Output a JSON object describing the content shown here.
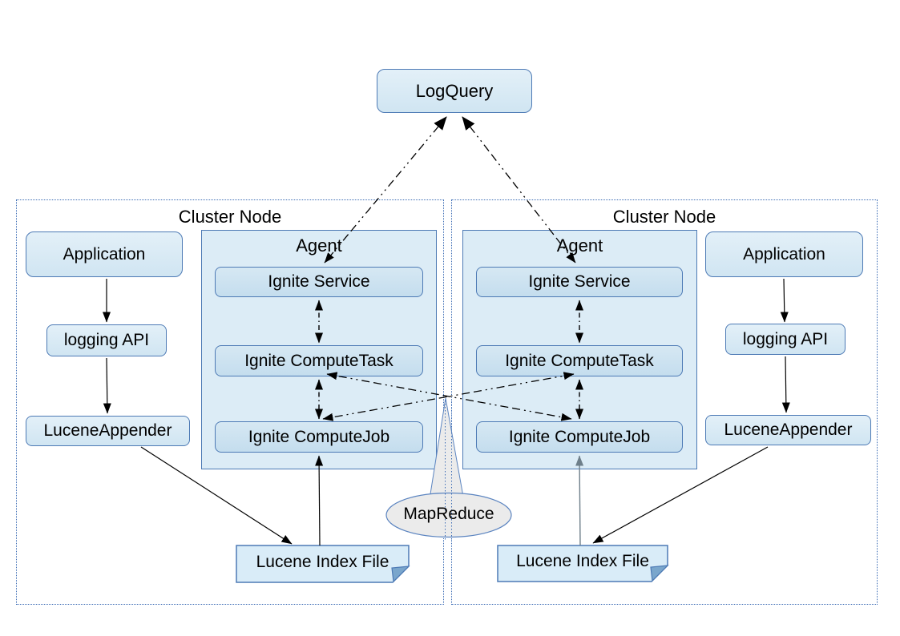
{
  "log_query": {
    "label": "LogQuery"
  },
  "map_reduce": {
    "label": "MapReduce"
  },
  "clusters": [
    {
      "label": "Cluster Node",
      "application": "Application",
      "logging_api": "logging API",
      "lucene_appender": "LuceneAppender",
      "agent": {
        "label": "Agent",
        "ignite_service": "Ignite Service",
        "ignite_compute_task": "Ignite ComputeTask",
        "ignite_compute_job": "Ignite ComputeJob"
      },
      "lucene_index_file": "Lucene Index File"
    },
    {
      "label": "Cluster Node",
      "application": "Application",
      "logging_api": "logging API",
      "lucene_appender": "LuceneAppender",
      "agent": {
        "label": "Agent",
        "ignite_service": "Ignite Service",
        "ignite_compute_task": "Ignite ComputeTask",
        "ignite_compute_job": "Ignite ComputeJob"
      },
      "lucene_index_file": "Lucene Index File"
    }
  ],
  "colors": {
    "box_border": "#4d7ab5",
    "box_fill": "#d9eaf6",
    "agent_fill": "#dcecf6",
    "inner_fill": "#cde3f0",
    "cluster_border": "#3d6db5",
    "callout_fill": "#ebebeb",
    "callout_border": "#5b84c0",
    "note_fill": "#d9ecf8",
    "fold_fill": "#7aa6cc",
    "arrow_black": "#000000",
    "arrow_gray": "#6e7f8a"
  }
}
